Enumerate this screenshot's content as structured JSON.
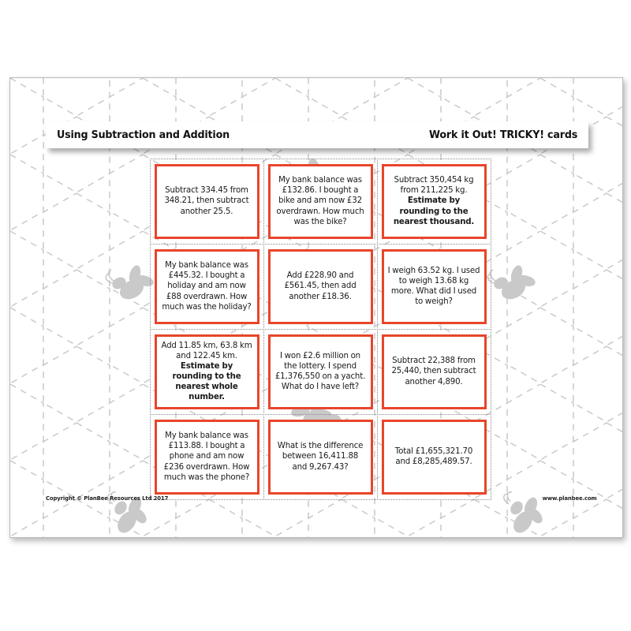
{
  "page": {
    "background_color": "#ffffff",
    "sheet_color": "#ffffff",
    "card_border_color": "#e8452b",
    "watermark_color": "#c9c9c9"
  },
  "header": {
    "title_left": "Using Subtraction and Addition",
    "title_right": "Work it Out! TRICKY! cards"
  },
  "cards": [
    {
      "id": "card-1",
      "lines": [
        {
          "text": "Subtract 334.45 from 348.21, then subtract another 25.5.",
          "bold": false
        }
      ]
    },
    {
      "id": "card-2",
      "lines": [
        {
          "text": "My bank balance was £132.86. I bought a bike and am now £32 overdrawn. How much was the bike?",
          "bold": false
        }
      ]
    },
    {
      "id": "card-3",
      "lines": [
        {
          "text": "Subtract 350,454 kg from 211,225 kg.",
          "bold": false
        },
        {
          "text": "Estimate by rounding to the nearest thousand.",
          "bold": true
        }
      ]
    },
    {
      "id": "card-4",
      "lines": [
        {
          "text": "My bank balance was £445.32. I bought a holiday and am now £88 overdrawn. How much was the holiday?",
          "bold": false
        }
      ]
    },
    {
      "id": "card-5",
      "lines": [
        {
          "text": "Add £228.90 and £561.45, then add another £18.36.",
          "bold": false
        }
      ]
    },
    {
      "id": "card-6",
      "lines": [
        {
          "text": "I weigh 63.52 kg. I used to weigh 13.68 kg more. What did I used to weigh?",
          "bold": false
        }
      ]
    },
    {
      "id": "card-7",
      "lines": [
        {
          "text": "Add 11.85 km, 63.8 km and 122.45 km.",
          "bold": false
        },
        {
          "text": "Estimate by rounding to the nearest whole number.",
          "bold": true
        }
      ]
    },
    {
      "id": "card-8",
      "lines": [
        {
          "text": "I won £2.6 million on the lottery. I spend £1,376,550 on a yacht. What do I have left?",
          "bold": false
        }
      ]
    },
    {
      "id": "card-9",
      "lines": [
        {
          "text": "Subtract 22,388 from 25,440, then subtract another 4,890.",
          "bold": false
        }
      ]
    },
    {
      "id": "card-10",
      "lines": [
        {
          "text": "My bank balance was £113.88. I bought a phone and am now £236 overdrawn. How much was the phone?",
          "bold": false
        }
      ]
    },
    {
      "id": "card-11",
      "lines": [
        {
          "text": "What is the difference between 16,411.88 and 9,267.43?",
          "bold": false
        }
      ]
    },
    {
      "id": "card-12",
      "lines": [
        {
          "text": "Total £1,655,321.70 and £8,285,489.57.",
          "bold": false
        }
      ]
    }
  ],
  "footer": {
    "copyright": "Copyright © PlanBee Resources Ltd 2017",
    "website": "www.planbee.com"
  }
}
